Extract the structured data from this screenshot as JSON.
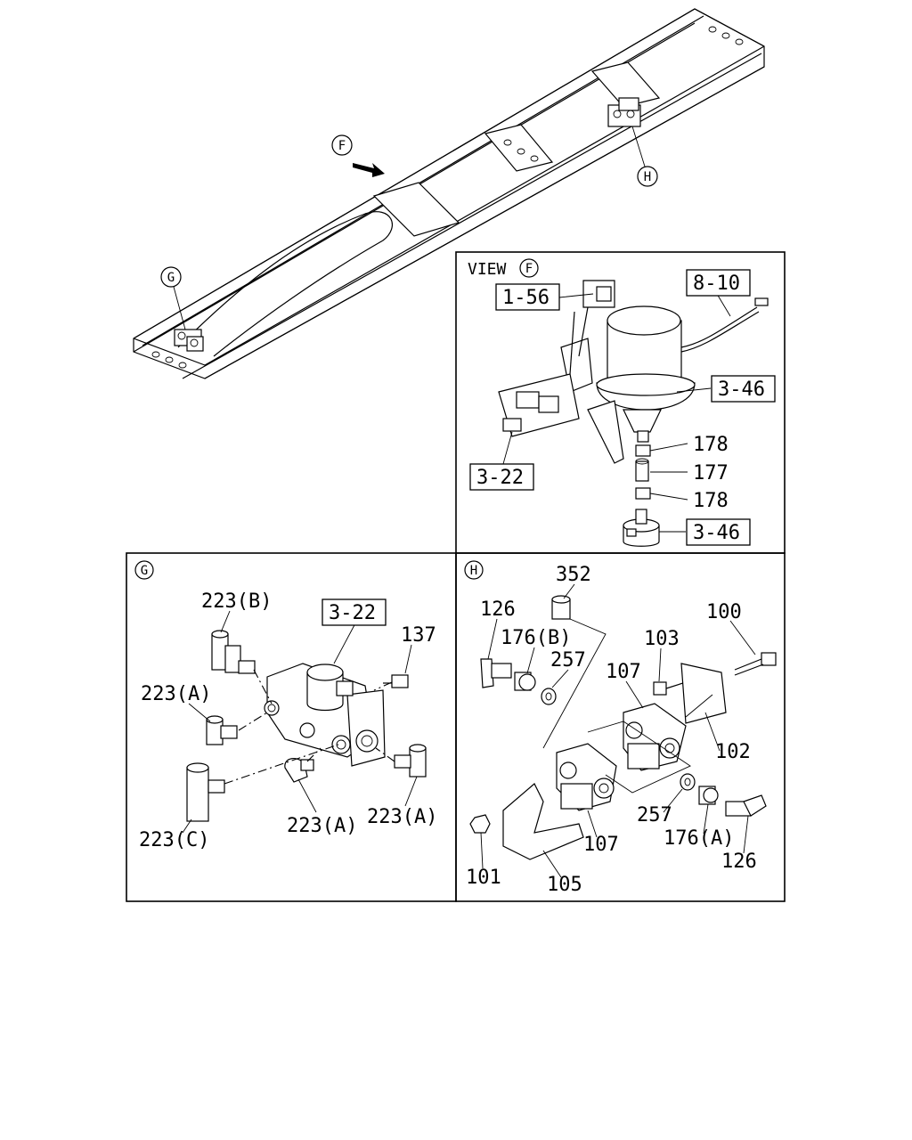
{
  "overview": {
    "view_marker": "F",
    "detail_marker_g": "G",
    "detail_marker_h": "H"
  },
  "view_f": {
    "title": "VIEW",
    "marker": "F",
    "refs": [
      "1-56",
      "8-10",
      "3-46",
      "3-22",
      "3-46"
    ],
    "labels": [
      "178",
      "177",
      "178"
    ]
  },
  "detail_g": {
    "marker": "G",
    "ref": "3-22",
    "labels": [
      "223(B)",
      "223(A)",
      "137",
      "223(C)",
      "223(A)",
      "223(A)"
    ]
  },
  "detail_h": {
    "marker": "H",
    "labels": [
      "352",
      "126",
      "176(B)",
      "257",
      "107",
      "103",
      "100",
      "102",
      "257",
      "176(A)",
      "126",
      "107",
      "105",
      "101"
    ]
  }
}
